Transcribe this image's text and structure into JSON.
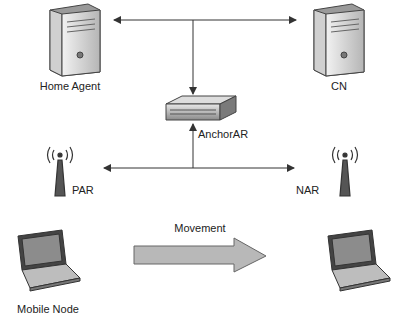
{
  "diagram": {
    "nodes": [
      {
        "text": [
          "Home Agent"
        ]
      },
      {
        "text": [
          "CN"
        ]
      },
      {
        "text": [
          "AnchorAR"
        ]
      },
      {
        "text": [
          "PAR"
        ]
      },
      {
        "text": [
          "NAR"
        ]
      },
      {
        "text": [
          "Movement"
        ]
      },
      {
        "text": [
          "Mobile Node"
        ]
      }
    ],
    "edges": [
      {
        "from": 0,
        "to": 1,
        "arrow": "both"
      },
      {
        "from": 3,
        "to": 4,
        "arrow": "both"
      }
    ]
  }
}
